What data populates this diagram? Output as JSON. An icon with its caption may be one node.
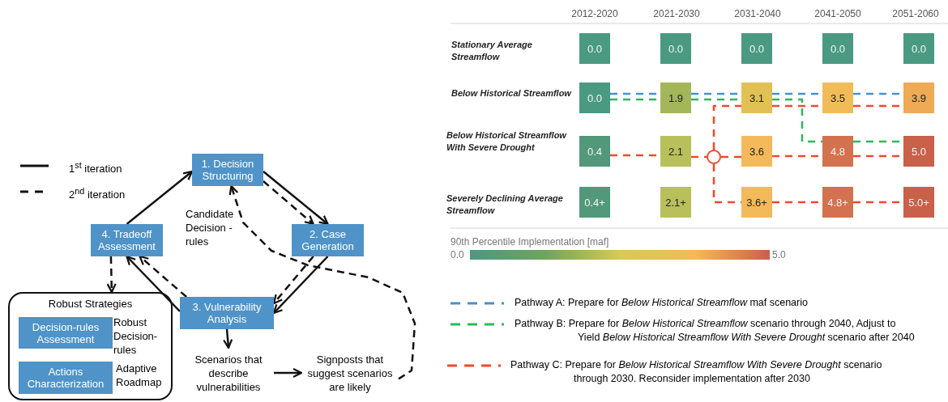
{
  "diagram": {
    "nodes": [
      {
        "text": [
          "1. Decision Structuring"
        ]
      },
      {
        "text": [
          "2. Case Generation"
        ]
      },
      {
        "text": [
          "3. Vulnerability Analysis"
        ]
      },
      {
        "text": [
          "4. Tradeoff Assessment"
        ]
      },
      {
        "text": [
          "Robust Strategies"
        ]
      },
      {
        "text": [
          "Decision-rules Assessment"
        ],
        "in": 4,
        "beside": [
          "Robust Decision-rules"
        ]
      },
      {
        "text": [
          "Actions Characterization"
        ],
        "in": 4,
        "beside": [
          "Adaptive Roadmap"
        ]
      },
      {
        "text": [
          "Scenarios that describe vulnerabilities"
        ]
      },
      {
        "text": [
          "Signposts that suggest scenarios are likely"
        ]
      },
      {
        "text": [
          "0.0"
        ]
      },
      {
        "text": [
          "0.0"
        ]
      },
      {
        "text": [
          "0.0"
        ]
      },
      {
        "text": [
          "0.0"
        ]
      },
      {
        "text": [
          "0.0"
        ]
      },
      {
        "text": [
          "0.0"
        ]
      },
      {
        "text": [
          "1.9"
        ]
      },
      {
        "text": [
          "3.1"
        ]
      },
      {
        "text": [
          "3.5"
        ]
      },
      {
        "text": [
          "3.9"
        ]
      },
      {
        "text": [
          "0.4"
        ]
      },
      {
        "text": [
          "2.1"
        ]
      },
      {
        "text": [
          "3.6"
        ]
      },
      {
        "text": [
          "4.8"
        ]
      },
      {
        "text": [
          "5.0"
        ]
      },
      {
        "text": [
          "0.4+"
        ]
      },
      {
        "text": [
          "2.1+"
        ]
      },
      {
        "text": [
          "3.6+"
        ]
      },
      {
        "text": [
          "4.8+"
        ]
      },
      {
        "text": [
          "5.0+"
        ]
      },
      {
        "text": [],
        "shape": "circle"
      }
    ],
    "edges": [
      {
        "from": 0,
        "to": 1,
        "arrow": "to"
      },
      {
        "from": 0,
        "to": 1,
        "arrow": "to",
        "style": "dashed"
      },
      {
        "from": 1,
        "to": 2,
        "arrow": "to"
      },
      {
        "from": 1,
        "to": 2,
        "arrow": "to",
        "style": "dashed"
      },
      {
        "from": 2,
        "to": 3,
        "arrow": "to"
      },
      {
        "from": 2,
        "to": 3,
        "arrow": "to",
        "style": "dashed"
      },
      {
        "from": 3,
        "to": 4,
        "arrow": "to",
        "style": "dashed"
      },
      {
        "from": 3,
        "to": 0,
        "arrow": "to"
      },
      {
        "from": 2,
        "to": 7,
        "arrow": "to"
      },
      {
        "from": 7,
        "to": 8,
        "arrow": "to"
      },
      {
        "from": 8,
        "to": 0,
        "arrow": "to",
        "style": "dashed"
      },
      {
        "from": 14,
        "to": 15,
        "arrow": "none",
        "style": "dashed",
        "color": "#4a90c8"
      },
      {
        "from": 15,
        "to": 16,
        "arrow": "none",
        "style": "dashed",
        "color": "#4a90c8"
      },
      {
        "from": 16,
        "to": 17,
        "arrow": "none",
        "style": "dashed",
        "color": "#4a90c8"
      },
      {
        "from": 17,
        "to": 18,
        "arrow": "none",
        "style": "dashed",
        "color": "#4a90c8"
      },
      {
        "from": 14,
        "to": 15,
        "arrow": "none",
        "style": "dashed",
        "color": "#2eb85c"
      },
      {
        "from": 15,
        "to": 16,
        "arrow": "none",
        "style": "dashed",
        "color": "#2eb85c"
      },
      {
        "from": 16,
        "to": 22,
        "arrow": "none",
        "style": "dashed",
        "color": "#2eb85c"
      },
      {
        "from": 22,
        "to": 23,
        "arrow": "none",
        "style": "dashed",
        "color": "#2eb85c"
      },
      {
        "from": 19,
        "to": 20,
        "arrow": "none",
        "style": "dashed",
        "color": "#f04a2a"
      },
      {
        "from": 20,
        "to": 29,
        "arrow": "none",
        "style": "dashed",
        "color": "#f04a2a"
      },
      {
        "from": 29,
        "to": 21,
        "arrow": "none",
        "style": "dashed",
        "color": "#f04a2a"
      },
      {
        "from": 21,
        "to": 22,
        "arrow": "none",
        "style": "dashed",
        "color": "#f04a2a"
      },
      {
        "from": 22,
        "to": 23,
        "arrow": "none",
        "style": "dashed",
        "color": "#f04a2a"
      },
      {
        "from": 29,
        "to": 16,
        "arrow": "none",
        "style": "dashed",
        "color": "#f04a2a"
      },
      {
        "from": 16,
        "to": 17,
        "arrow": "none",
        "style": "dashed",
        "color": "#f04a2a"
      },
      {
        "from": 17,
        "to": 18,
        "arrow": "none",
        "style": "dashed",
        "color": "#f04a2a"
      },
      {
        "from": 29,
        "to": 26,
        "arrow": "none",
        "style": "dashed",
        "color": "#f04a2a"
      },
      {
        "from": 26,
        "to": 27,
        "arrow": "none",
        "style": "dashed",
        "color": "#f04a2a"
      },
      {
        "from": 27,
        "to": 28,
        "arrow": "none",
        "style": "dashed",
        "color": "#f04a2a"
      }
    ],
    "labels": [
      "Candidate Decision - rules",
      "2012-2020",
      "2021-2030",
      "2031-2040",
      "2041-2050",
      "2051-2060",
      "Stationary Average Streamflow",
      "Below Historical Streamflow",
      "Below Historical Streamflow With Severe Drought",
      "Severely Declining Average Streamflow",
      "90th Percentile Implementation [maf]",
      "0.0",
      "5.0"
    ],
    "legend": [
      {
        "text": "1$^{st}$ iteration"
      },
      {
        "text": "2$^{nd}$ iteration"
      },
      {
        "text": "Pathway A:  Prepare for *Below Historical Streamflow* maf scenario"
      },
      {
        "text": "Pathway B:  Prepare for *Below Historical Streamflow* scenario through 2040,  Adjust to Yield  *Below Historical Streamflow With Severe Drought* scenario after 2040"
      },
      {
        "text": "Pathway C:  Prepare for *Below Historical Streamflow With Severe Drought* scenario through 2030. Reconsider implementation after 2030"
      }
    ]
  }
}
